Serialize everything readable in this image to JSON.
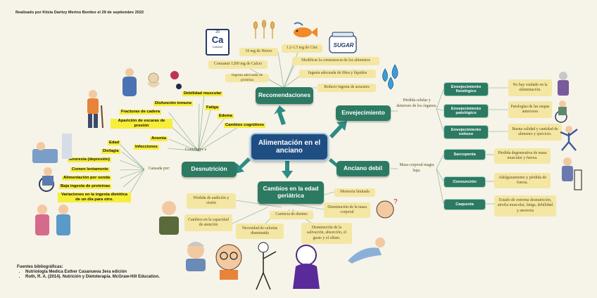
{
  "header": "Realizado por Kitzia Daritzy Merino Benítez el 29 de septiembre 2022",
  "central": "Alimentación en el anciano",
  "recomendaciones": {
    "title": "Recomendaciones",
    "items": [
      "10 mg de Hierro",
      "1.2-1.5 mg de Cinc",
      "Consumir 1200 mg de Calcio",
      "Modificar la consistencia de los alimentos",
      "Ingesta adecuada de proteína",
      "Ingesta adecuada de fibra y líquidos",
      "Reducir ingesta de azucares"
    ],
    "ca_symbol": "Ca",
    "ca_number": "20",
    "ca_name": "Calcium",
    "sugar_label": "SUGAR"
  },
  "envejecimiento": {
    "title": "Envejecimiento",
    "desc": "Pérdida celular y deterioro de los órganos.",
    "types": [
      {
        "label": "Envejecimiento fisiológico",
        "note": "No hay cuidado en la alimentación."
      },
      {
        "label": "Envejecimiento patológico",
        "note": "Patologías de las etapas anteriores"
      },
      {
        "label": "Envejecimiento exitoso",
        "note": "Buena calidad y cantidad de alimento y ejercicio."
      }
    ]
  },
  "anciano_debil": {
    "title": "Anciano debil",
    "desc": "Masa corporal magra baja.",
    "types": [
      {
        "label": "Sarcopenia",
        "note": "Pérdida degenerativa de masa muscular y fuerza."
      },
      {
        "label": "Consunción",
        "note": "Adelgazamiento y pérdida de fuerza."
      },
      {
        "label": "Caquexia",
        "note": "Estado de extrema desnutrición, atrofia muscular, fatiga, debilidad y anorexia"
      }
    ]
  },
  "desnutricion": {
    "title": "Desnutrición",
    "contribuye": "Contribuye a",
    "causada": "Causada por:",
    "contribuye_items": [
      "Debilidad muscular",
      "Disfunción inmune",
      "Fatiga",
      "Fracturas de cadera",
      "Edema",
      "Aparición de escaras de presión",
      "Cambios cognitivos",
      "Anemia",
      "Infecciones"
    ],
    "causada_items": [
      "Edad",
      "Disfagia",
      "Anorexia (depresión)",
      "Comen lentamente",
      "Alimentación por sonda",
      "Baja ingesta de proteínas",
      "Variaciones en la ingesta dietética de un día para otro."
    ]
  },
  "cambios": {
    "title": "Cambios en la edad geriátrica",
    "items": [
      "Memoria limitada",
      "Pérdida de audición y visión",
      "Disminución de la masa corporal",
      "Carencia de dientes",
      "Cambios en la capacidad de atención",
      "Necesidad de calorías disminuida",
      "Disminución de la salivación, absorción, el gusto y el olfato."
    ]
  },
  "referencias": {
    "title": "Fuentes bibliográficas:",
    "items": [
      "Nutriología Medica Esther Casanueva 3era edición",
      "Roth, R. A. (2014). Nutrición y Dietoterapia. McGraw-Hill Education."
    ]
  },
  "colors": {
    "central": "#1f4e82",
    "branch": "#2d7a63",
    "note": "#f4e7a3",
    "highlight": "#f7ee3a",
    "arrow": "#2d8c84"
  }
}
